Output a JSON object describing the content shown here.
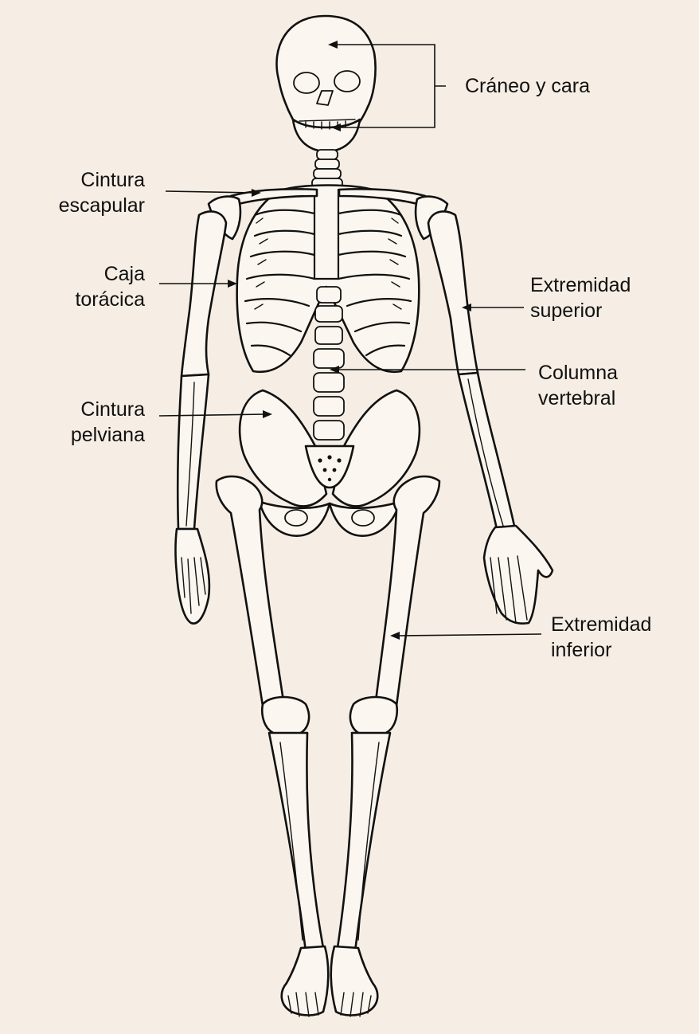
{
  "background_color": "#f6eee4",
  "line_color": "#111111",
  "labels": {
    "craneo": "Cráneo y cara",
    "cintura_escapular": [
      "Cintura",
      "escapular"
    ],
    "caja_toracica": [
      "Caja",
      "torácica"
    ],
    "extremidad_superior": [
      "Extremidad",
      "superior"
    ],
    "columna_vertebral": [
      "Columna",
      "vertebral"
    ],
    "cintura_pelviana": [
      "Cintura",
      "pelviana"
    ],
    "extremidad_inferior": [
      "Extremidad",
      "inferior"
    ]
  }
}
